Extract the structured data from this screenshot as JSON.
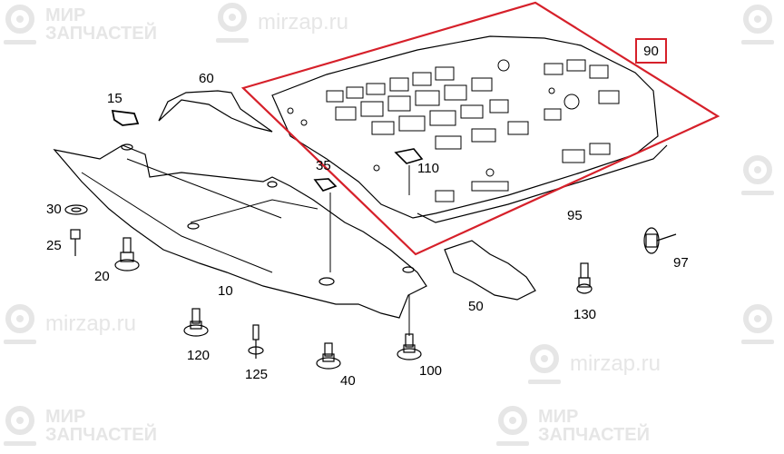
{
  "watermark": {
    "brand_line1": "МИР",
    "brand_line2": "ЗАПЧАСТЕЙ",
    "url": "mirzap.ru"
  },
  "highlight_color": "#d6202a",
  "callouts": {
    "p15": "15",
    "p60": "60",
    "p35": "35",
    "p110": "110",
    "p90": "90",
    "p95": "95",
    "p30": "30",
    "p25": "25",
    "p20": "20",
    "p10": "10",
    "p120": "120",
    "p125": "125",
    "p40": "40",
    "p100": "100",
    "p50": "50",
    "p130": "130",
    "p97": "97"
  }
}
